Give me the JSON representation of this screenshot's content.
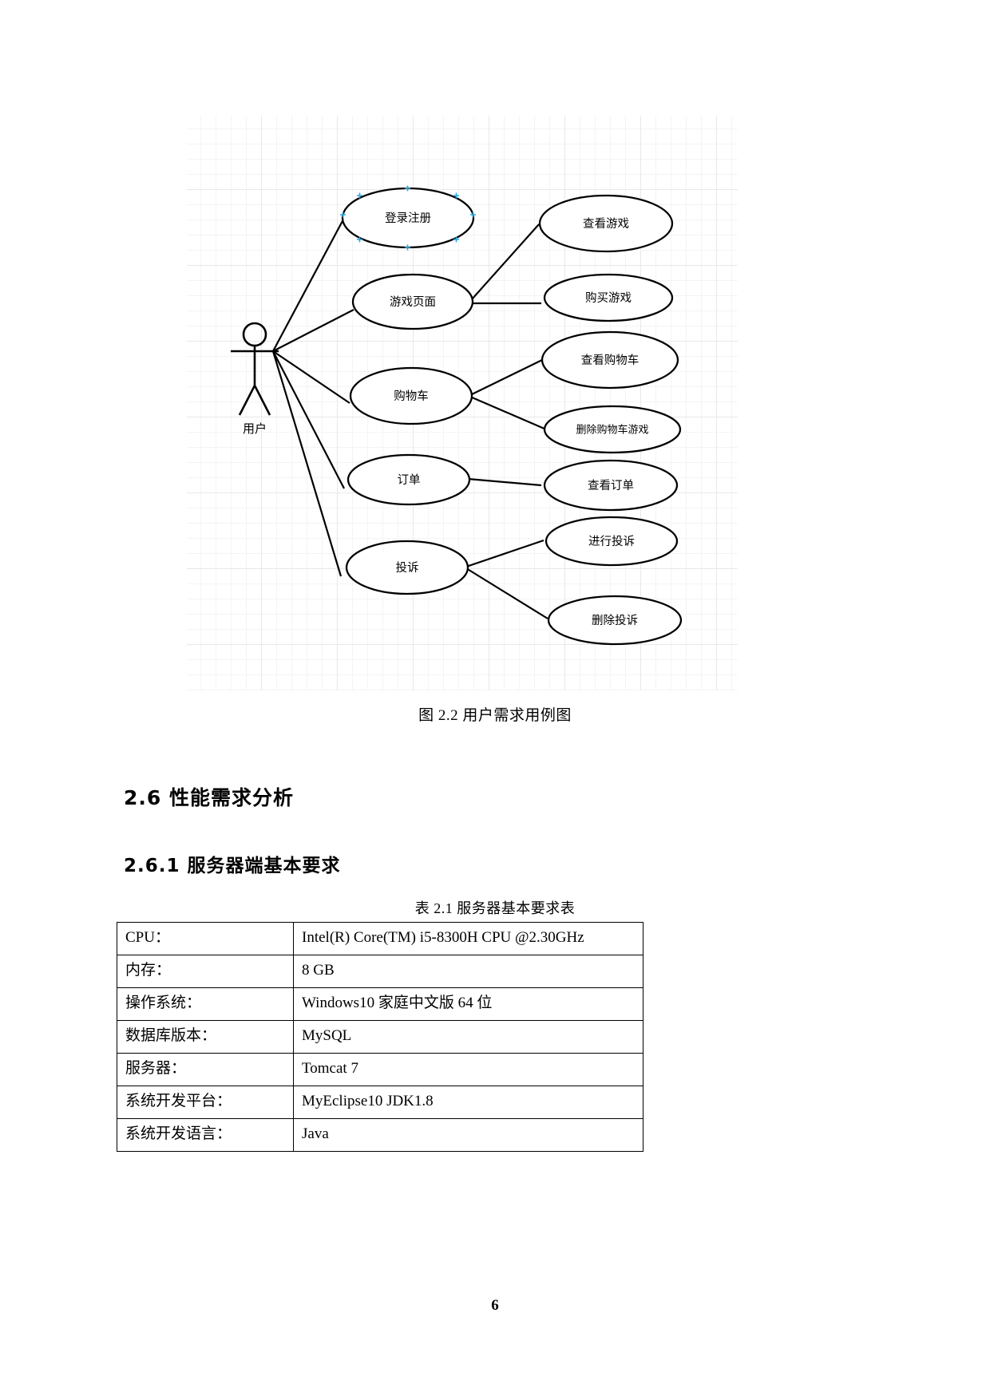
{
  "figure": {
    "caption": "图 2.2 用户需求用例图",
    "actor": {
      "name": "用户"
    },
    "primary_use_cases": [
      {
        "id": "login-register",
        "label": "登录注册",
        "selected": true
      },
      {
        "id": "game-page",
        "label": "游戏页面",
        "selected": false
      },
      {
        "id": "shopping-cart",
        "label": "购物车",
        "selected": false
      },
      {
        "id": "order",
        "label": "订单",
        "selected": false
      },
      {
        "id": "complaint",
        "label": "投诉",
        "selected": false
      }
    ],
    "secondary_use_cases": [
      {
        "id": "view-game",
        "label": "查看游戏",
        "parent": "game-page"
      },
      {
        "id": "buy-game",
        "label": "购买游戏",
        "parent": "game-page"
      },
      {
        "id": "view-cart",
        "label": "查看购物车",
        "parent": "shopping-cart"
      },
      {
        "id": "delete-cart-game",
        "label": "删除购物车游戏",
        "parent": "shopping-cart"
      },
      {
        "id": "view-order",
        "label": "查看订单",
        "parent": "order"
      },
      {
        "id": "make-complaint",
        "label": "进行投诉",
        "parent": "complaint"
      },
      {
        "id": "delete-complaint",
        "label": "删除投诉",
        "parent": "complaint"
      }
    ]
  },
  "headings": {
    "section_2_6": "2.6 性能需求分析",
    "section_2_6_1": "2.6.1  服务器端基本要求"
  },
  "table": {
    "caption": "表 2.1 服务器基本要求表",
    "rows": [
      {
        "label": "CPU：",
        "value": "Intel(R) Core(TM) i5-8300H CPU @2.30GHz"
      },
      {
        "label": "内存：",
        "value": "8 GB"
      },
      {
        "label": "操作系统：",
        "value": "Windows10 家庭中文版  64 位"
      },
      {
        "label": "数据库版本：",
        "value": "MySQL"
      },
      {
        "label": "服务器：",
        "value": "Tomcat 7"
      },
      {
        "label": "系统开发平台：",
        "value": "MyEclipse10 JDK1.8"
      },
      {
        "label": "系统开发语言：",
        "value": "Java"
      }
    ]
  },
  "footer": {
    "page_number": "6"
  },
  "colors": {
    "selection_handle": "#29a8e0",
    "grid_minor": "#f4f4f4",
    "grid_major": "#e8e8e8",
    "ink": "#000000"
  }
}
